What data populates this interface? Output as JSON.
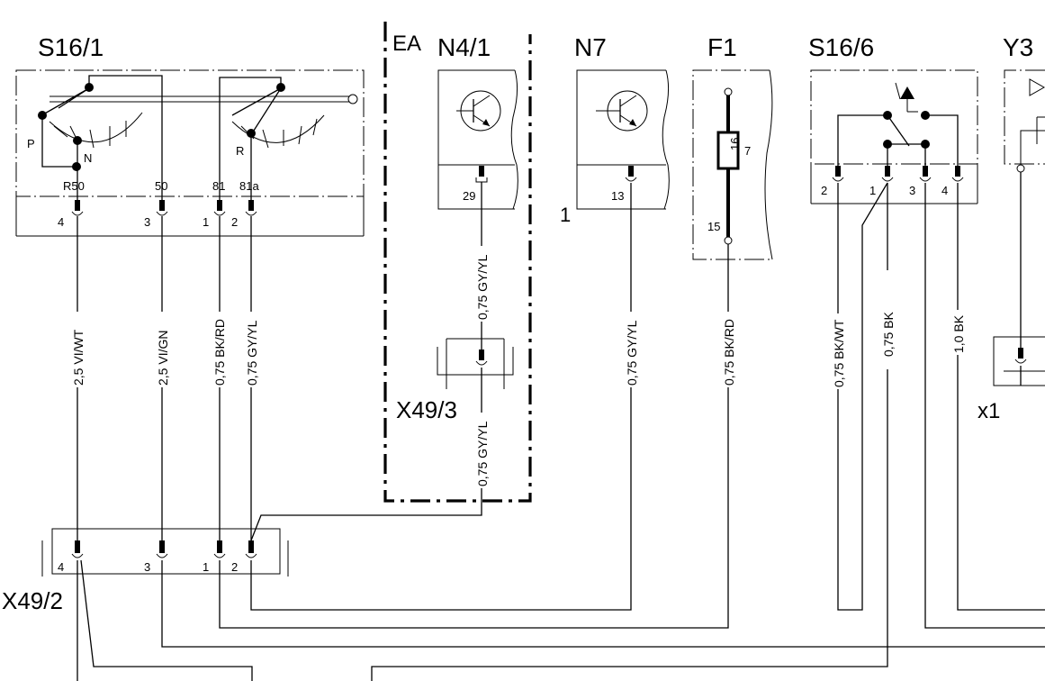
{
  "components": {
    "s16_1": "S16/1",
    "ea": "EA",
    "n4_1": "N4/1",
    "n7": "N7",
    "f1": "F1",
    "s16_6": "S16/6",
    "y3": "Y3",
    "x49_3": "X49/3",
    "x49_2": "X49/2",
    "x1": "x1"
  },
  "s16_1": {
    "pin_names": [
      "R50",
      "50",
      "81",
      "81a"
    ],
    "pin_numbers": [
      "4",
      "3",
      "1",
      "2"
    ],
    "positions": [
      "P",
      "N",
      "R"
    ]
  },
  "n4_1": {
    "pin": "29"
  },
  "n7": {
    "pin": "13",
    "side_label": "1"
  },
  "f1": {
    "fuse": "16",
    "terminal_top": "7",
    "terminal_bottom": "15"
  },
  "s16_6": {
    "pins": [
      "2",
      "1",
      "3",
      "4"
    ]
  },
  "x49_2": {
    "pins": [
      "4",
      "3",
      "1",
      "2"
    ]
  },
  "wires": {
    "s16_1_r50": "2,5 VI/WT",
    "s16_1_50": "2,5 VI/GN",
    "s16_1_81": "0,75 BK/RD",
    "s16_1_81a": "0,75 GY/YL",
    "n4_1_upper": "0,75 GY/YL",
    "n4_1_lower": "0,75 GY/YL",
    "n7_13": "0,75 GY/YL",
    "f1_out": "0,75 BK/RD",
    "s16_6_2": "0,75 BK/WT",
    "s16_6_1": "0,75 BK",
    "s16_6_4": "1,0 BK"
  }
}
